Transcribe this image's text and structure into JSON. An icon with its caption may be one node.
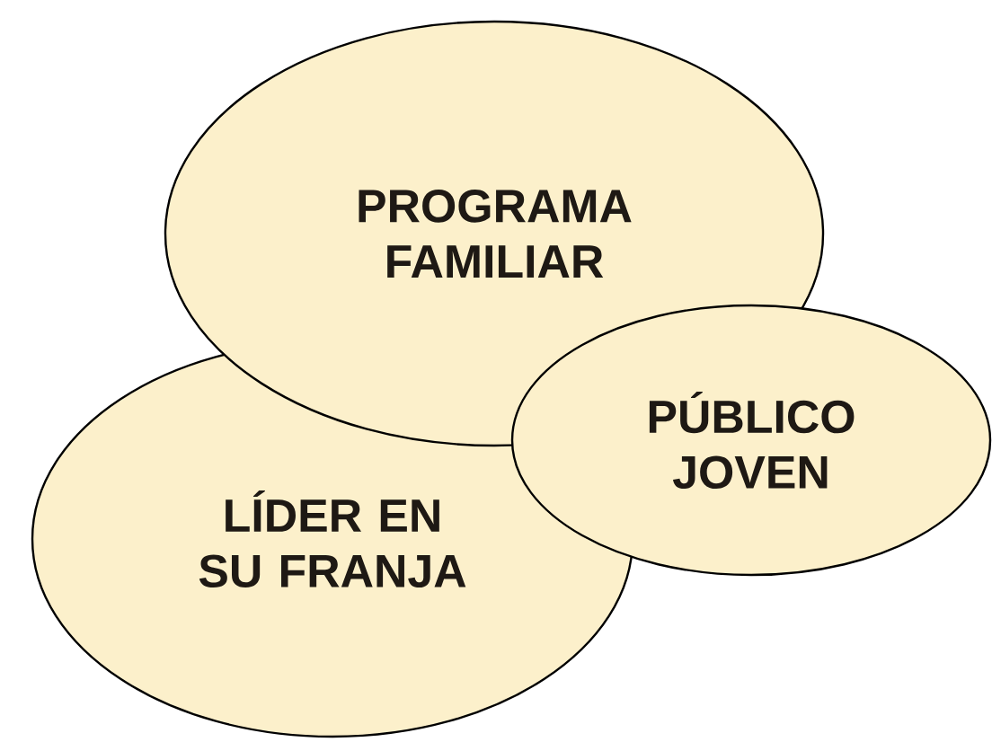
{
  "diagram": {
    "nodes": [
      {
        "text": [
          "PROGRAMA FAMILIAR"
        ]
      },
      {
        "text": [
          "LÍDER EN SU FRANJA"
        ]
      },
      {
        "text": [
          "PÚBLICO JOVEN"
        ]
      }
    ]
  }
}
